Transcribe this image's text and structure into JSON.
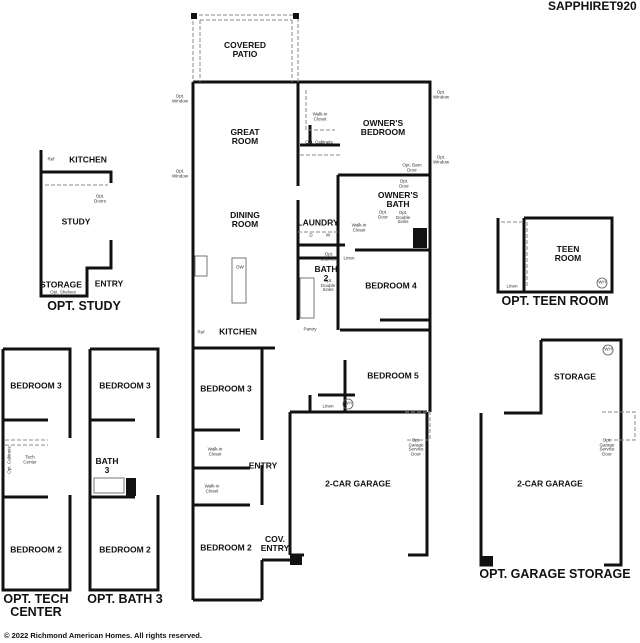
{
  "plan_name": "SAPPHIRET920",
  "copyright": "© 2022 Richmond American Homes. All rights reserved.",
  "main_plan": {
    "rooms": {
      "covered_patio": "COVERED\nPATIO",
      "great_room": "GREAT\nROOM",
      "dining_room": "DINING\nROOM",
      "kitchen": "KITCHEN",
      "owners_bedroom": "OWNER'S\nBEDROOM",
      "owners_bath": "OWNER'S\nBATH",
      "laundry": "LAUNDRY",
      "bath_2": "BATH\n2",
      "bedroom_4": "BEDROOM 4",
      "bedroom_5": "BEDROOM 5",
      "bedroom_3": "BEDROOM 3",
      "bedroom_2": "BEDROOM 2",
      "entry": "ENTRY",
      "cov_entry": "COV.\nENTRY",
      "garage": "2-CAR GARAGE"
    },
    "notes": {
      "opt_window_left_1": "Opt.\nWindow",
      "opt_window_left_2": "Opt.\nWindow",
      "opt_window_right_1": "Opt.\nWindow",
      "opt_window_right_2": "Opt.\nWindow",
      "walkin_closet_owner": "Walk-in\nCloset",
      "opt_cabinets_owner": "Opt. Cabinets",
      "opt_barn_door": "Opt. Barn\nDoor",
      "opt_door_1": "Opt.\nDoor",
      "opt_door_2": "Opt.\nDoor",
      "opt_double_sinks_owner": "Opt.\nDouble\nSinks",
      "walkin_closet_bath": "Walk-in\nCloset",
      "dryer": "D",
      "washer": "W",
      "opt_cabinets_bath2": "Opt.\nCabinets",
      "linen_bath2": "Linen",
      "opt_double_sinks_bath2": "Opt.\nDouble\nSinks",
      "pantry": "Pantry",
      "dishwasher": "DW",
      "ref": "Ref",
      "linen_hall": "Linen",
      "water_heater": "WH",
      "walkin_closet_br3": "Walk-in\nCloset",
      "walkin_closet_br2": "Walk-in\nCloset",
      "opt_garage_service_door": "Opt.\nGarage\nService\nDoor"
    }
  },
  "opt_study": {
    "caption": "OPT. STUDY",
    "rooms": {
      "kitchen": "KITCHEN",
      "study": "STUDY",
      "storage": "STORAGE",
      "entry": "ENTRY"
    },
    "notes": {
      "ref": "Ref",
      "opt_doors": "Opt.\nDoors",
      "opt_shelves": "Opt. Shelves"
    }
  },
  "opt_teen_room": {
    "caption": "OPT. TEEN ROOM",
    "rooms": {
      "teen_room": "TEEN\nROOM"
    },
    "notes": {
      "linen": "Linen",
      "water_heater": "WH"
    }
  },
  "opt_tech_center": {
    "caption": "OPT. TECH\nCENTER",
    "rooms": {
      "bedroom_3": "BEDROOM 3",
      "bedroom_2": "BEDROOM 2"
    },
    "notes": {
      "tech_center": "Tech\nCenter",
      "opt_cabinets": "Opt. Cabinets"
    }
  },
  "opt_bath_3": {
    "caption": "OPT. BATH 3",
    "rooms": {
      "bedroom_3": "BEDROOM 3",
      "bath_3": "BATH\n3",
      "bedroom_2": "BEDROOM 2"
    }
  },
  "opt_garage_storage": {
    "caption": "OPT. GARAGE STORAGE",
    "rooms": {
      "storage": "STORAGE",
      "garage": "2-CAR GARAGE"
    },
    "notes": {
      "water_heater": "WH",
      "opt_garage_service_door": "Opt.\nGarage\nService\nDoor"
    }
  }
}
